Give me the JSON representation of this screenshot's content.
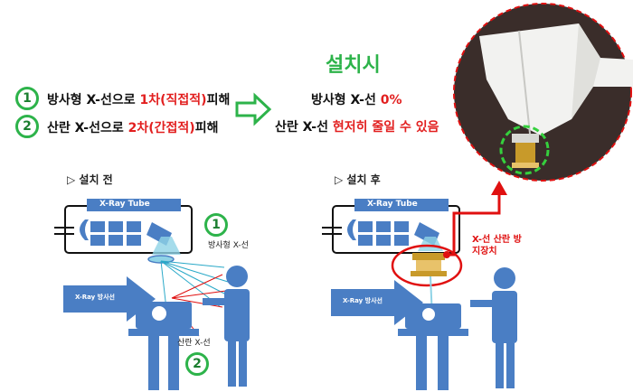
{
  "header": {
    "title": "설치시",
    "result_line1_text": "방사형 X-선",
    "result_line1_value": "0%",
    "result_line2_text": "산란 X-선",
    "result_line2_value": "현저히 줄일 수 있음"
  },
  "legend": [
    {
      "number": "1",
      "text": "방사형 X-선으로",
      "highlight": "1차(직접적)",
      "suffix": "피해"
    },
    {
      "number": "2",
      "text": "산란 X-선으로",
      "highlight": "2차(간접적)",
      "suffix": "피해"
    }
  ],
  "before": {
    "caption": "▷ 설치 전",
    "tube_label": "X-Ray Tube",
    "ray_source_label": "X-Ray 방사선",
    "radial_label": "방사형 X-선",
    "scatter_label": "산란 X-선",
    "radial_badge": "1",
    "scatter_badge": "2"
  },
  "after": {
    "caption": "▷ 설치 후",
    "tube_label": "X-Ray Tube",
    "ray_source_label": "X-Ray 방사선",
    "device_label_line1": "X-선 산란 방",
    "device_label_line2": "지장치"
  },
  "colors": {
    "title_green": "#2db34a",
    "highlight_red": "#e21f1f",
    "diagram_blue": "#4a7ec4",
    "tube_cyan": "#8fd3e6",
    "arrow_red": "#e01010"
  }
}
